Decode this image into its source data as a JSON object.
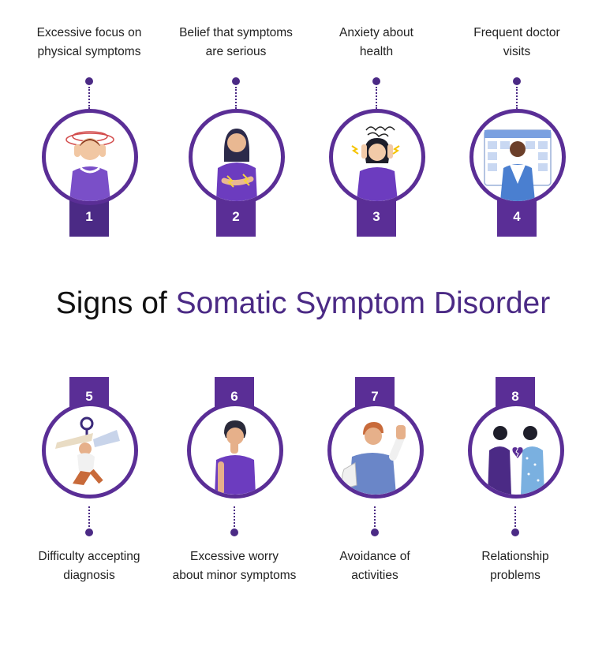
{
  "title": {
    "prefix": "Signs of",
    "highlight": "Somatic Symptom Disorder"
  },
  "colors": {
    "purple": "#4b2a85",
    "ring": "#5a2e96",
    "title_black": "#111111",
    "figure_purple": "#6c3cbf"
  },
  "signs": [
    {
      "number": "1",
      "label_line1": "Excessive focus on",
      "label_line2": "physical symptoms",
      "icon": "headache-person-icon"
    },
    {
      "number": "2",
      "label_line1": "Belief that symptoms",
      "label_line2": "are serious",
      "icon": "stomach-pain-person-icon"
    },
    {
      "number": "3",
      "label_line1": "Anxiety about",
      "label_line2": "health",
      "icon": "stressed-person-icon"
    },
    {
      "number": "4",
      "label_line1": "Frequent doctor",
      "label_line2": "visits",
      "icon": "doctor-calendar-icon"
    },
    {
      "number": "5",
      "label_line1": "Difficulty accepting",
      "label_line2": "diagnosis",
      "icon": "kneeling-person-icon"
    },
    {
      "number": "6",
      "label_line1": "Excessive worry",
      "label_line2": "about minor symptoms",
      "icon": "worried-person-icon"
    },
    {
      "number": "7",
      "label_line1": "Avoidance of",
      "label_line2": "activities",
      "icon": "refusing-person-icon"
    },
    {
      "number": "8",
      "label_line1": "Relationship",
      "label_line2": "problems",
      "icon": "couple-conflict-icon"
    }
  ]
}
